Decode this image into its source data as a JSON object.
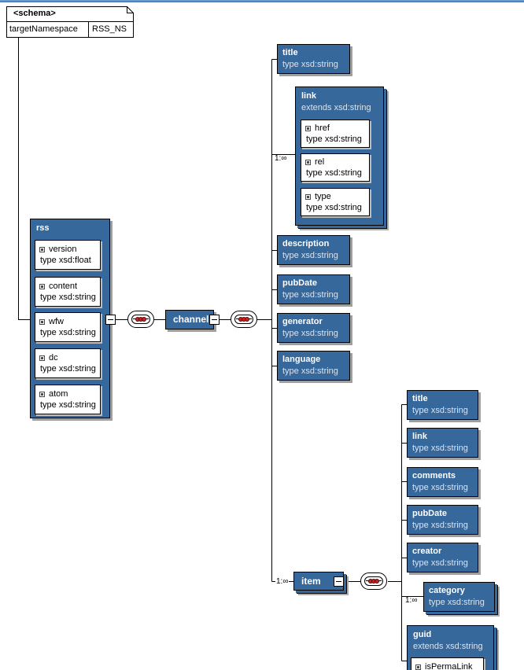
{
  "colors": {
    "element_fill": "#36689B",
    "element_border": "#000000",
    "element_type_text": "#d9e4f0",
    "attribute_fill": "#ffffff",
    "shadow": "#9f9f9f",
    "sequence_dot": "#d51c1c",
    "top_bar": "#3a6cae"
  },
  "schema_note": {
    "title": "<schema>",
    "attribute_name": "targetNamespace",
    "attribute_value": "RSS_NS"
  },
  "rss_element": {
    "name": "rss",
    "attributes": [
      {
        "name": "version",
        "type": "type xsd:float"
      },
      {
        "name": "content",
        "type": "type xsd:string"
      },
      {
        "name": "wfw",
        "type": "type xsd:string"
      },
      {
        "name": "dc",
        "type": "type xsd:string"
      },
      {
        "name": "atom",
        "type": "type xsd:string"
      }
    ]
  },
  "channel_element": {
    "name": "channel"
  },
  "channel_children": {
    "title": {
      "name": "title",
      "type": "type xsd:string"
    },
    "link": {
      "name": "link",
      "type": "extends xsd:string",
      "occurs": "1:∞",
      "attributes": [
        {
          "name": "href",
          "type": "type xsd:string"
        },
        {
          "name": "rel",
          "type": "type xsd:string"
        },
        {
          "name": "type",
          "type": "type xsd:string"
        }
      ]
    },
    "description": {
      "name": "description",
      "type": "type xsd:string"
    },
    "pubDate": {
      "name": "pubDate",
      "type": "type xsd:string"
    },
    "generator": {
      "name": "generator",
      "type": "type xsd:string"
    },
    "language": {
      "name": "language",
      "type": "type xsd:string"
    },
    "item": {
      "name": "item",
      "occurs": "1:∞"
    }
  },
  "item_children": {
    "title": {
      "name": "title",
      "type": "type xsd:string"
    },
    "link": {
      "name": "link",
      "type": "type xsd:string"
    },
    "comments": {
      "name": "comments",
      "type": "type xsd:string"
    },
    "pubDate": {
      "name": "pubDate",
      "type": "type xsd:string"
    },
    "creator": {
      "name": "creator",
      "type": "type xsd:string"
    },
    "category": {
      "name": "category",
      "type": "type xsd:string",
      "occurs": "1:∞"
    },
    "guid": {
      "name": "guid",
      "type": "extends xsd:string",
      "attributes": [
        {
          "name": "isPermaLink"
        }
      ]
    }
  }
}
